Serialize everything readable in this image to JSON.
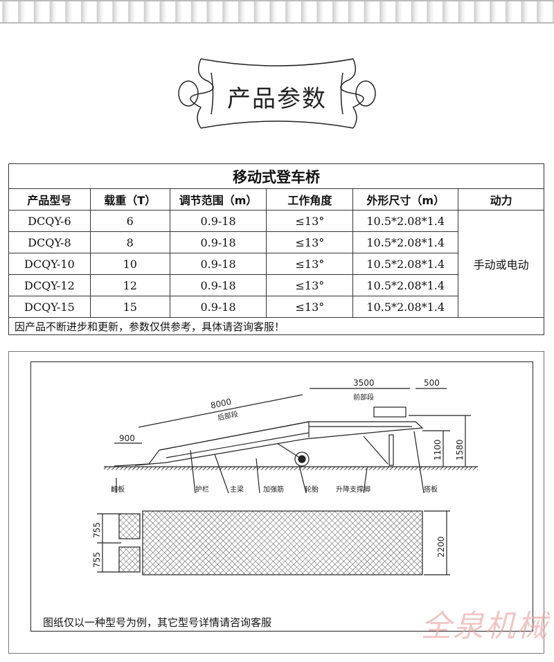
{
  "header": {
    "title": "产品参数"
  },
  "table": {
    "caption": "移动式登车桥",
    "columns": [
      "产品型号",
      "载重（T）",
      "调节范围（m）",
      "工作角度",
      "外形尺寸（m）",
      "动力"
    ],
    "rows": [
      [
        "DCQY-6",
        "6",
        "0.9-18",
        "≤13°",
        "10.5*2.08*1.4"
      ],
      [
        "DCQY-8",
        "8",
        "0.9-18",
        "≤13°",
        "10.5*2.08*1.4"
      ],
      [
        "DCQY-10",
        "10",
        "0.9-18",
        "≤13°",
        "10.5*2.08*1.4"
      ],
      [
        "DCQY-12",
        "12",
        "0.9-18",
        "≤13°",
        "10.5*2.08*1.4"
      ],
      [
        "DCQY-15",
        "15",
        "0.9-18",
        "≤13°",
        "10.5*2.08*1.4"
      ]
    ],
    "power": "手动或电动",
    "note": "因产品不断进步和更新，参数仅供参考，具体请咨询客服！"
  },
  "drawing": {
    "dims": {
      "d3500": "3500",
      "d500": "500",
      "d8000": "8000",
      "d900": "900",
      "d1100": "1100",
      "d1580": "1580",
      "d755a": "755",
      "d755b": "755",
      "d2200": "2200"
    },
    "sections": {
      "front": "前部段",
      "rear": "后部段"
    },
    "parts": [
      "翻板",
      "护栏",
      "主梁",
      "加强筋",
      "轮胎",
      "升降支撑脚",
      "搭板"
    ],
    "caption": "图纸仅以一种型号为例，其它型号详情请咨询客服"
  },
  "watermark": "全泉机械"
}
